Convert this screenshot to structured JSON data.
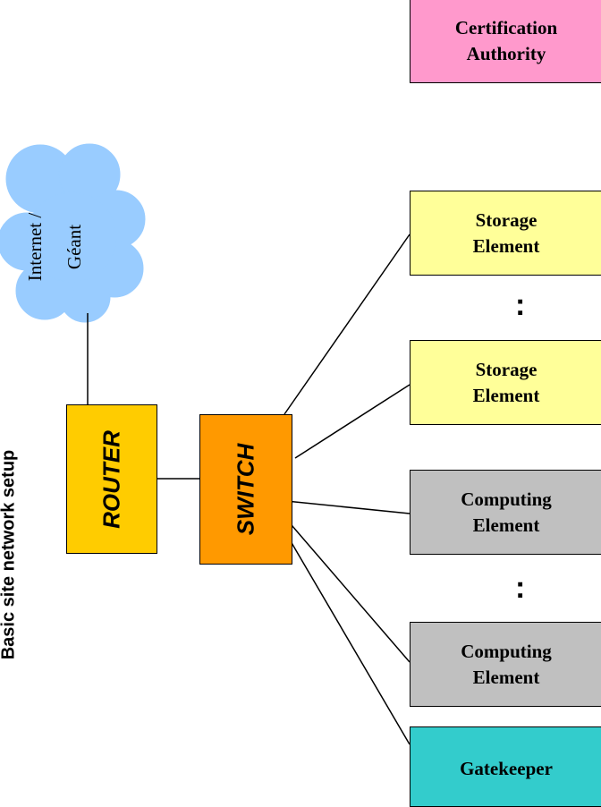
{
  "title": "Basic site network setup",
  "cloud": {
    "line1": "Internet /",
    "line2": "Géant"
  },
  "router": "ROUTER",
  "switch": "SWITCH",
  "certification_authority": {
    "line1": "Certification",
    "line2": "Authority"
  },
  "storage_element": {
    "line1": "Storage",
    "line2": "Element"
  },
  "computing_element": {
    "line1": "Computing",
    "line2": "Element"
  },
  "gatekeeper": "Gatekeeper",
  "ellipsis": ":",
  "colors": {
    "certification_authority": "#ff99cc",
    "storage_element": "#ffff99",
    "computing_element": "#c0c0c0",
    "gatekeeper": "#33cccc",
    "router": "#ffcc00",
    "switch": "#ff9900",
    "cloud": "#99ccff"
  }
}
